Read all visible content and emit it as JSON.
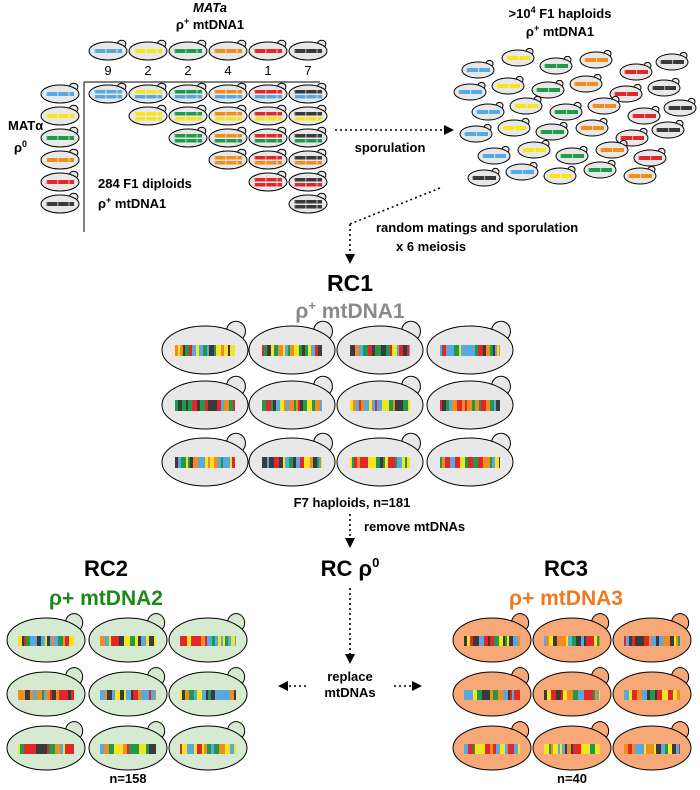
{
  "colors": {
    "blue": "#5aa8e0",
    "yellow": "#f5e51e",
    "green": "#1e9a4a",
    "orange": "#f28c1e",
    "red": "#e2262a",
    "black": "#3a3a3a",
    "cell_grey": "#e8e8e8",
    "rc2_fill": "#d5ead0",
    "rc3_fill": "#f7a878",
    "rc2_title": "#1a8a1a",
    "rc3_title": "#f0781e",
    "rc1_subtitle": "#8a8a8a"
  },
  "cross": {
    "mata_label": "MATa",
    "mata_sub": "ρ",
    "mata_sup": "+",
    "mata_dna": " mtDNA1",
    "matalpha_label": "MATα",
    "matalpha_sub": "ρ",
    "matalpha_sup": "0",
    "column_counts": [
      "9",
      "2",
      "2",
      "4",
      "1",
      "7"
    ],
    "diploids_line1": "284 F1 diploids",
    "diploids_sub": "ρ",
    "diploids_sup": "+",
    "diploids_dna": " mtDNA1"
  },
  "haploids": {
    "line1_prefix": ">10",
    "line1_sup": "4",
    "line1_suffix": " F1 haploids",
    "line2_sub": "ρ",
    "line2_sup": "+",
    "line2_dna": " mtDNA1"
  },
  "arrows": {
    "sporulation": "sporulation",
    "random_line1": "random matings and sporulation",
    "random_line2": "x 6 meiosis",
    "remove": "remove mtDNAs",
    "replace_line1": "replace",
    "replace_line2": "mtDNAs"
  },
  "rc1": {
    "title": "RC1",
    "subtitle_sub": "ρ",
    "subtitle_sup": "+",
    "subtitle_dna": " mtDNA1",
    "caption": "F7 haploids, n=181"
  },
  "rc0": {
    "title": "RC ρ",
    "title_sup": "0"
  },
  "rc2": {
    "title": "RC2",
    "subtitle": "ρ+ mtDNA2",
    "caption": "n=158"
  },
  "rc3": {
    "title": "RC3",
    "subtitle": "ρ+ mtDNA3",
    "caption": "n=40"
  }
}
